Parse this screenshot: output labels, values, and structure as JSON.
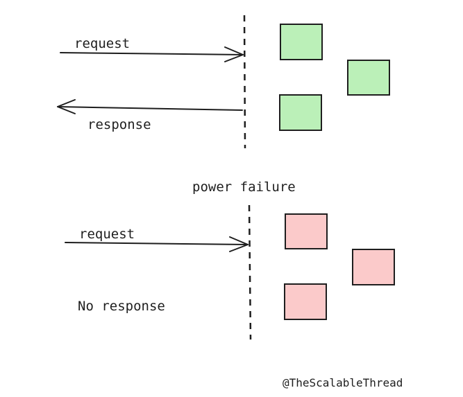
{
  "top": {
    "request_label": "request",
    "response_label": "response",
    "box_color": "#bbf0b8"
  },
  "middle": {
    "event_label": "power failure"
  },
  "bottom": {
    "request_label": "request",
    "no_response_label": "No response",
    "box_color": "#fbcaca"
  },
  "footer": {
    "credit": "@TheScalableThread"
  }
}
